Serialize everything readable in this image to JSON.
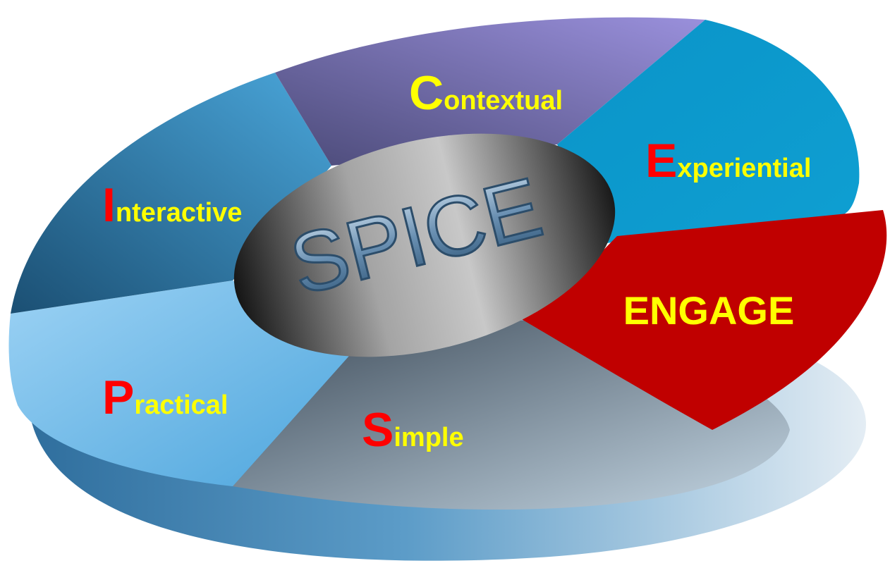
{
  "center_label": "SPICE",
  "segments": [
    {
      "id": "contextual",
      "initial": "C",
      "rest": "ontextual",
      "initial_color": "#ffff00",
      "rest_color": "#ffff00"
    },
    {
      "id": "experiential",
      "initial": "E",
      "rest": "xperiential",
      "initial_color": "#ff0000",
      "rest_color": "#ffff00"
    },
    {
      "id": "interactive",
      "initial": "I",
      "rest": "nteractive",
      "initial_color": "#ff0000",
      "rest_color": "#ffff00"
    },
    {
      "id": "practical",
      "initial": "P",
      "rest": "ractical",
      "initial_color": "#ff0000",
      "rest_color": "#ffff00"
    },
    {
      "id": "simple",
      "initial": "S",
      "rest": "imple",
      "initial_color": "#ff0000",
      "rest_color": "#ffff00"
    }
  ],
  "callout": {
    "label": "ENGAGE",
    "fill": "#c00000",
    "text_color": "#ffff00"
  },
  "colors": {
    "contextual": "#8a80c8",
    "experiential": "#0f9fd0",
    "interactive": "#3a8cc0",
    "practical": "#7cc0ea",
    "simple": "#6f8aa0",
    "base": "#3f7fae"
  }
}
